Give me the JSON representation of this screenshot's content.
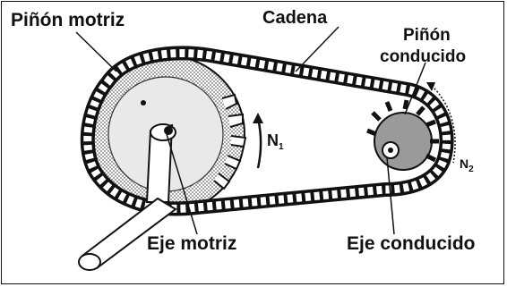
{
  "labels": {
    "pinon_motriz": "Piñón motriz",
    "cadena": "Cadena",
    "pinon_conducido_line1": "Piñón",
    "pinon_conducido_line2": "conducido",
    "eje_motriz": "Eje  motriz",
    "eje_conducido": "Eje conducido",
    "n1_letter": "N",
    "n1_sub": "1",
    "n2_letter": "N",
    "n2_sub": "2"
  },
  "colors": {
    "ink": "#111111",
    "paper": "#ffffff",
    "shade": "#cfcfcf",
    "midgray": "#9a9a9a"
  }
}
